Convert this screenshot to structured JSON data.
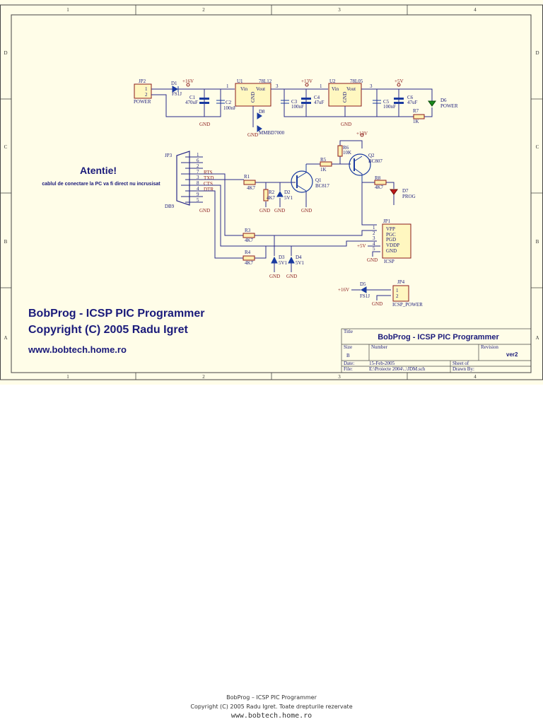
{
  "sheet": {
    "columns": [
      "1",
      "2",
      "3",
      "4"
    ],
    "rows": [
      "D",
      "C",
      "B",
      "A"
    ],
    "background": "#fffde8"
  },
  "notice": {
    "title": "Atentie!",
    "text": "cablul de conectare la PC va fi direct nu incrusisat"
  },
  "credits": {
    "line1": "BobProg - ICSP PIC Programmer",
    "line2": "Copyright (C) 2005 Radu Igret",
    "line3": "www.bobtech.home.ro"
  },
  "title_block": {
    "title_label": "Title",
    "title": "BobProg - ICSP PIC Programmer",
    "size_label": "Size",
    "size": "B",
    "number_label": "Number",
    "revision_label": "Revision",
    "revision": "ver2",
    "date_label": "Date:",
    "date": "15-Feb-2005",
    "sheet_label": "Sheet    of",
    "file_label": "File:",
    "file": "E:\\Proiecte 2004\\..\\JDM.sch",
    "drawn_label": "Drawn By:"
  },
  "components": {
    "jp2": {
      "ref": "JP2",
      "name": "POWER",
      "pins": [
        "1",
        "2"
      ]
    },
    "d1": {
      "ref": "D1",
      "value": "FS1J"
    },
    "v16": "+16V",
    "c1": {
      "ref": "C1",
      "value": "470uF"
    },
    "c2": {
      "ref": "C2",
      "value": "100nF"
    },
    "u1": {
      "ref": "U1",
      "value": "78L12",
      "vin": "Vin",
      "vout": "Vout",
      "gnd": "GND",
      "pin_in": "1",
      "pin_out": "3"
    },
    "d8": {
      "ref": "D8",
      "value": "MMBD7000"
    },
    "v13": "+13V",
    "c3": {
      "ref": "C3",
      "value": "100nF"
    },
    "c4": {
      "ref": "C4",
      "value": "47uF"
    },
    "u2": {
      "ref": "U2",
      "value": "78L05",
      "vin": "Vin",
      "vout": "Vout",
      "gnd": "GND",
      "pin_in": "1",
      "pin_out": "3"
    },
    "v5": "+5V",
    "c5": {
      "ref": "C5",
      "value": "100nF"
    },
    "c6": {
      "ref": "C6",
      "value": "47uF"
    },
    "d6": {
      "ref": "D6",
      "value": "POWER"
    },
    "r7": {
      "ref": "R7",
      "value": "1K"
    },
    "jp3": {
      "ref": "JP3",
      "name": "DB9",
      "pins": [
        "1",
        "6",
        "2",
        "7",
        "3",
        "8",
        "4",
        "9",
        "5"
      ],
      "signals": [
        "RTS",
        "TXD",
        "CTS",
        "DTR"
      ]
    },
    "r1": {
      "ref": "R1",
      "value": "4K7"
    },
    "r2": {
      "ref": "R2",
      "value": "4K7"
    },
    "d2": {
      "ref": "D2",
      "value": "5V1"
    },
    "q1": {
      "ref": "Q1",
      "value": "BC817"
    },
    "r5": {
      "ref": "R5",
      "value": "1K"
    },
    "r6": {
      "ref": "R6",
      "value": "10K"
    },
    "q2": {
      "ref": "Q2",
      "value": "BC807"
    },
    "r8": {
      "ref": "R8",
      "value": "4K7"
    },
    "d7": {
      "ref": "D7",
      "value": "PROG"
    },
    "r3": {
      "ref": "R3",
      "value": "4K7"
    },
    "r4": {
      "ref": "R4",
      "value": "4K7"
    },
    "d3": {
      "ref": "D3",
      "value": "5V1"
    },
    "d4": {
      "ref": "D4",
      "value": "5V1"
    },
    "jp1": {
      "ref": "JP1",
      "name": "ICSP",
      "pins": [
        "1",
        "2",
        "3",
        "4",
        "5"
      ],
      "signals": [
        "VPP",
        "PGC",
        "PGD",
        "VDDP",
        "GND"
      ]
    },
    "d5": {
      "ref": "D5",
      "value": "FS1J"
    },
    "jp4": {
      "ref": "JP4",
      "name": "ICSP_POWER",
      "pins": [
        "1",
        "2"
      ]
    },
    "gnd": "GND"
  },
  "footer": {
    "line1": "BobProg – ICSP PIC Programmer",
    "line2": "Copyright (C) 2005 Radu Igret. Toate drepturile rezervate",
    "line3": "www.bobtech.home.ro"
  }
}
